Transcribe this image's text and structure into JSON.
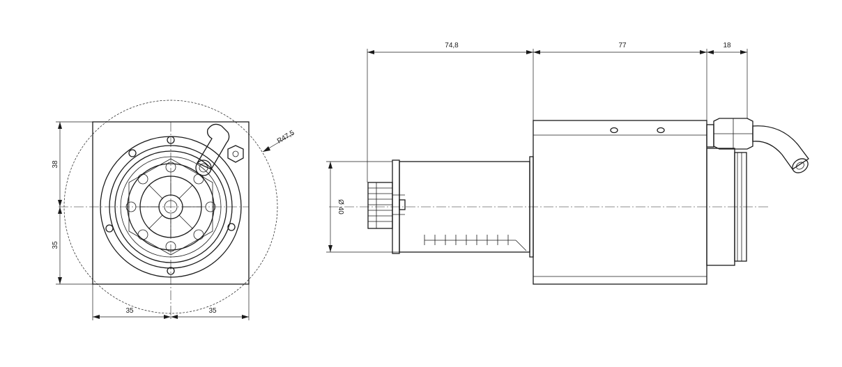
{
  "front_view": {
    "dim_top_height": "38",
    "dim_bottom_height": "35",
    "dim_left_width": "35",
    "dim_right_width": "35",
    "radius_label": "R47,5"
  },
  "side_view": {
    "dim_length_1": "74,8",
    "dim_length_2": "77",
    "dim_length_3": "18",
    "diameter_label": "Ø 40"
  }
}
